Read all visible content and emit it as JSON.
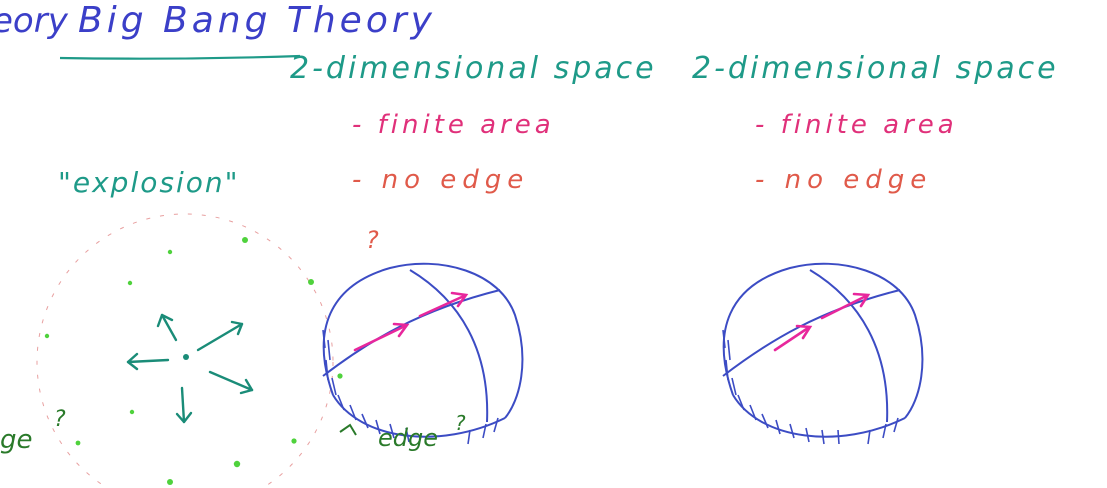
{
  "title": {
    "prefix": "eory",
    "main": "Big Bang Theory"
  },
  "columns": [
    {
      "heading": "2-dimensional space",
      "bullets": [
        "- finite area",
        "- no edge"
      ]
    },
    {
      "heading": "2-dimensional space",
      "bullets": [
        "- finite area",
        "- no edge"
      ]
    }
  ],
  "explosion_label": "\"explosion\"",
  "question_marks": [
    "?",
    "?",
    "?"
  ],
  "edge_labels": {
    "left": "ge",
    "sphere": "edge"
  },
  "colors": {
    "title_blue": "#3b3fc8",
    "heading_teal": "#1e9a88",
    "bullet_magenta": "#e0307a",
    "bullet_coral": "#e05a4a",
    "sphere_blue": "#3c4cc4",
    "arrow_pink": "#e8279c",
    "dot_green": "#4fd23c",
    "arrow_teal": "#1a8c78",
    "edge_green": "#2a7a2a"
  },
  "icons": {
    "explosion_arrows": "radial-arrows-icon",
    "sphere": "sphere-icon"
  }
}
